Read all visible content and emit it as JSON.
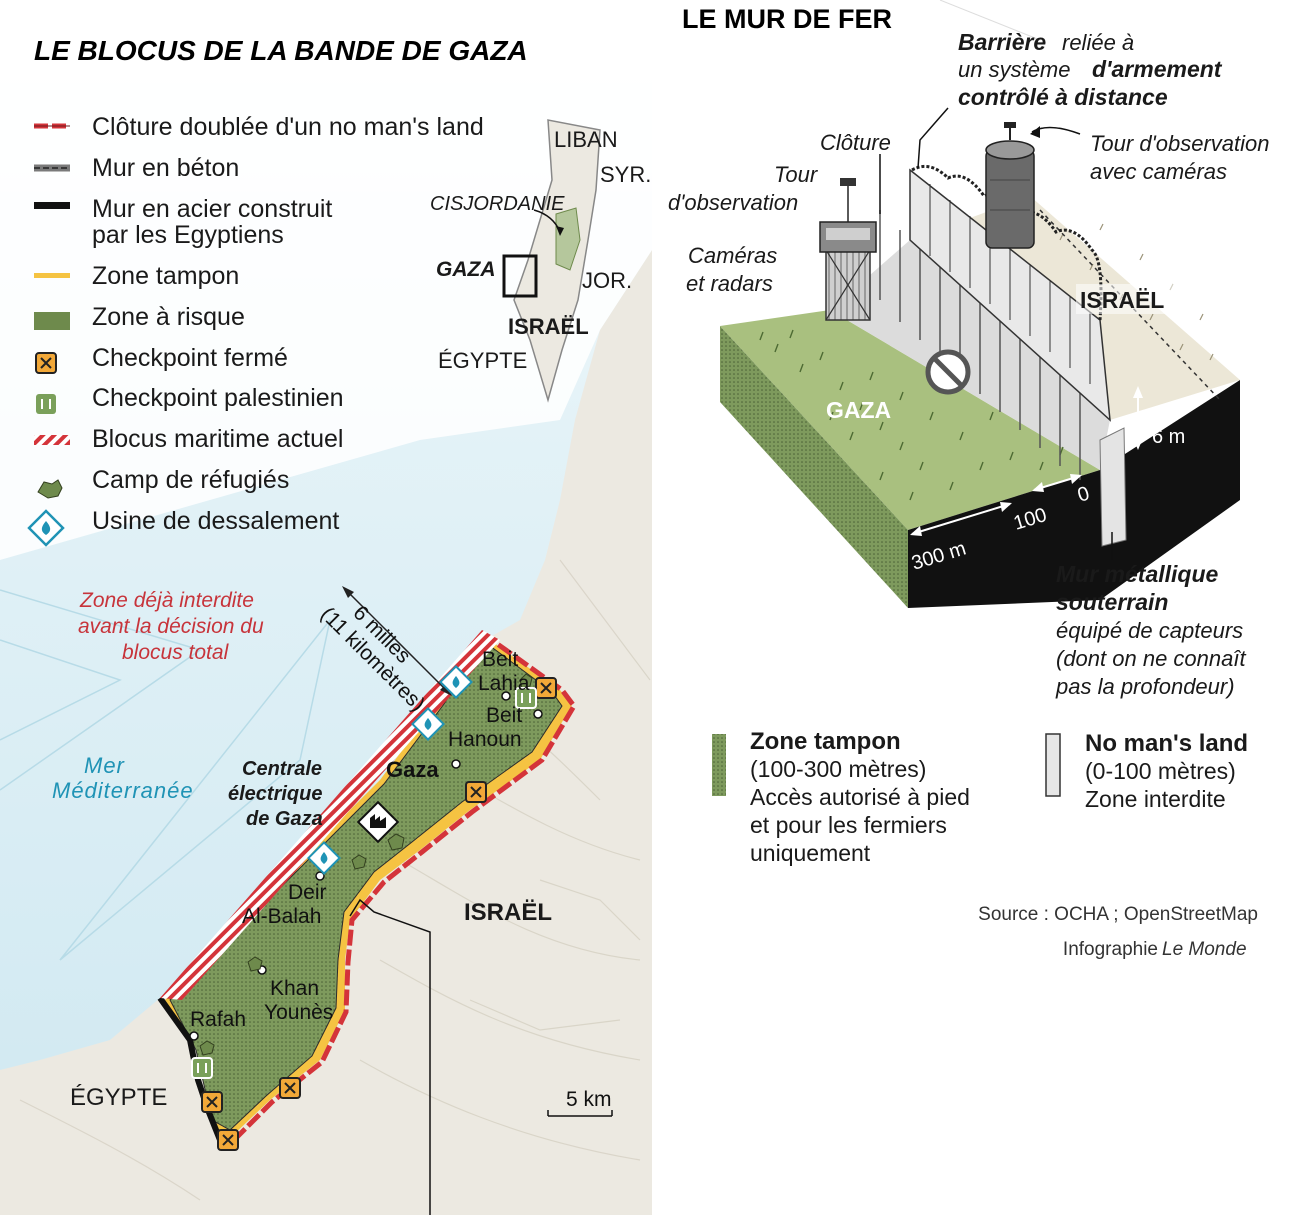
{
  "left": {
    "title": "LE BLOCUS DE LA BANDE DE GAZA",
    "legend": [
      {
        "label": "Clôture doublée d'un no man's land",
        "icon": "fence-line-icon"
      },
      {
        "label": "Mur en béton",
        "icon": "concrete-wall-icon"
      },
      {
        "label": "Mur en acier construit",
        "label2": "par les Egyptiens",
        "icon": "steel-wall-icon"
      },
      {
        "label": "Zone tampon",
        "icon": "buffer-zone-icon"
      },
      {
        "label": "Zone à risque",
        "icon": "risk-zone-icon"
      },
      {
        "label": "Checkpoint fermé",
        "icon": "closed-checkpoint-icon"
      },
      {
        "label": "Checkpoint palestinien",
        "icon": "palestinian-checkpoint-icon"
      },
      {
        "label": "Blocus maritime actuel",
        "icon": "maritime-blockade-icon"
      },
      {
        "label": "Camp de réfugiés",
        "icon": "refugee-camp-icon"
      },
      {
        "label": "Usine de dessalement",
        "icon": "desalination-plant-icon"
      }
    ],
    "inset": {
      "liban": "LIBAN",
      "syr": "SYR.",
      "cisjordanie": "CISJORDANIE",
      "gaza": "GAZA",
      "jor": "JOR.",
      "israel": "ISRAËL",
      "egypte": "ÉGYPTE"
    },
    "map": {
      "zone_note": [
        "Zone déjà interdite",
        "avant la décision du",
        "blocus total"
      ],
      "distance": [
        "6 milles",
        "(11 kilomètres)"
      ],
      "sea": [
        "Mer",
        "Méditerranée"
      ],
      "power_plant": [
        "Centrale",
        "électrique",
        "de Gaza"
      ],
      "beit_lahia": [
        "Beit",
        "Lahia"
      ],
      "beit_hanoun": [
        "Beit",
        "Hanoun"
      ],
      "gaza": "Gaza",
      "deir": [
        "Deir",
        "Al-Balah"
      ],
      "khan": [
        "Khan",
        "Younès"
      ],
      "rafah": "Rafah",
      "israel": "ISRAËL",
      "egypte": "ÉGYPTE",
      "scale": "5 km"
    }
  },
  "right": {
    "title": "LE MUR DE FER",
    "barrier": [
      "Barrière",
      "reliée à",
      "un système",
      "d'armement",
      "contrôlé à distance"
    ],
    "fence": "Clôture",
    "tower": [
      "Tour",
      "d'observation"
    ],
    "tower_cam": [
      "Tour d'observation",
      "avec caméras"
    ],
    "cameras": [
      "Caméras",
      "et radars"
    ],
    "israel": "ISRAËL",
    "gaza": "GAZA",
    "height": "6 m",
    "dist": {
      "d300": "300 m",
      "d100": "100",
      "d0": "0"
    },
    "wall": [
      "Mur métallique",
      "souterrain",
      "équipé de capteurs",
      "(dont on ne connaît",
      "pas la profondeur)"
    ],
    "legend_buffer": {
      "title": "Zone tampon",
      "lines": [
        "(100-300 mètres)",
        "Accès autorisé à pied",
        "et pour les fermiers",
        "uniquement"
      ]
    },
    "legend_noman": {
      "title": "No man's land",
      "lines": [
        "(0-100 mètres)",
        "Zone interdite"
      ]
    },
    "source": "Source : OCHA ; OpenStreetMap",
    "credit": "Infographie",
    "credit_italic": "Le Monde"
  },
  "colors": {
    "sea": "#d4ecf3",
    "land": "#ece9e1",
    "strip": "#7d8c64",
    "buffer": "#f5c342",
    "fence": "#d4343a",
    "water_label": "#1f93b5",
    "checkpoint_closed": "#f2a838",
    "checkpoint_palestinian": "#7aa05a"
  }
}
